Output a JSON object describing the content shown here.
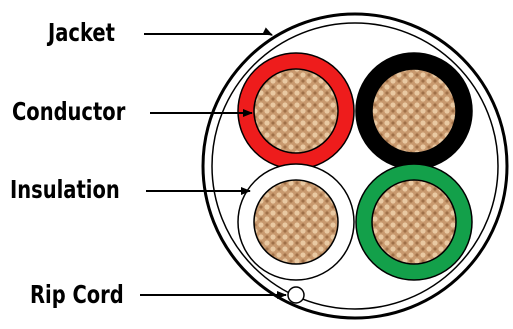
{
  "labels": {
    "jacket": "Jacket",
    "conductor": "Conductor",
    "insulation": "Insulation",
    "rip_cord": "Rip Cord"
  },
  "colors": {
    "red_insulation": "#ee1c1c",
    "black_insulation": "#000000",
    "white_insulation": "#ffffff",
    "green_insulation": "#13a04a",
    "copper_base": "#c8996e",
    "copper_light": "#e9c9a2",
    "copper_dark": "#a07048",
    "outline": "#000000"
  }
}
